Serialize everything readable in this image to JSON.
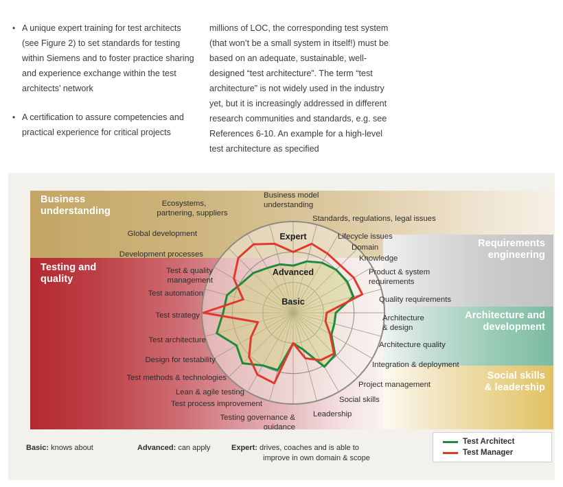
{
  "article": {
    "left_column": [
      "A unique expert training for test architects (see Figure 2) to set standards for testing within Siemens and to foster practice sharing and experience exchange within the test architects’ network",
      "A certification to assure competencies and practical experience for critical projects"
    ],
    "right_column": [
      "millions of LOC, the corresponding test system (that won’t be a small system in itself!) must be based on an adequate, sustainable, well-designed “test architecture”. The term “test architecture” is not widely used in the industry yet, but it is increasingly addressed in different research communities and standards, e.g. see References 6-10. An example for a high-level test architecture as specified"
    ],
    "bullet_glyph": "•"
  },
  "figure": {
    "band_labels": {
      "business": "Business\nunderstanding",
      "business_line1": "Business",
      "business_line2": "understanding",
      "testing_line1": "Testing and",
      "testing_line2": "quality",
      "requirements_line1": "Requirements",
      "requirements_line2": "engineering",
      "architecture_line1": "Architecture and",
      "architecture_line2": "development",
      "social_line1": "Social skills",
      "social_line2": "& leadership"
    },
    "band_colors": {
      "business": "#c3a665",
      "testing": "#b4292f",
      "requirements": "#c3c3c3",
      "architecture": "#7bbaa2",
      "social": "#e0c263"
    },
    "caption": {
      "basic_term": "Basic:",
      "basic_def": "knows about",
      "advanced_term": "Advanced:",
      "advanced_def": "can apply",
      "expert_term": "Expert:",
      "expert_def": "drives, coaches and is able to",
      "expert_def_cont": "improve in own domain & scope"
    },
    "legend": {
      "items": [
        {
          "label": "Test Architect",
          "color": "#1e8a3c"
        },
        {
          "label": "Test Manager",
          "color": "#e0392b"
        }
      ]
    }
  },
  "chart_data": {
    "type": "radar",
    "title": "",
    "ring_labels": [
      "Basic",
      "Advanced",
      "Expert"
    ],
    "ring_values": [
      1,
      2,
      3
    ],
    "rmax": 3,
    "grid": true,
    "legend_position": "bottom-right",
    "categories": [
      "Business model understanding",
      "Standards, regulations, legal issues",
      "Lifecycle issues",
      "Domain Knowledge",
      "Product & system requirements",
      "Quality requirements",
      "Architecture & design",
      "Architecture quality",
      "Integration & deployment",
      "Project management",
      "Social skills",
      "Leadership",
      "Testing governance & guidance",
      "Test process improvement",
      "Lean & agile testing",
      "Test methods & technologies",
      "Design for testability",
      "Test architecture",
      "Test strategy",
      "Test automation",
      "Test & quality management",
      "Development processes",
      "Global development",
      "Ecosystems, partnering, suppliers"
    ],
    "series": [
      {
        "name": "Test Architect",
        "color": "#1e8a3c",
        "values": [
          1.55,
          1.75,
          1.9,
          2.0,
          2.05,
          2.05,
          1.4,
          1.4,
          1.45,
          1.95,
          2.05,
          1.25,
          1.0,
          1.95,
          2.0,
          2.35,
          2.15,
          2.6,
          2.3,
          2.25,
          1.95,
          1.85,
          1.7,
          1.65
        ]
      },
      {
        "name": "Test Manager",
        "color": "#e0392b",
        "values": [
          2.0,
          2.35,
          2.25,
          2.2,
          2.3,
          2.35,
          1.1,
          1.1,
          1.4,
          1.9,
          1.8,
          1.55,
          1.0,
          2.4,
          2.35,
          2.05,
          1.6,
          1.2,
          2.95,
          1.7,
          2.25,
          2.55,
          2.6,
          2.35
        ]
      }
    ],
    "spoke_count": 24,
    "axis_label_groups": [
      {
        "group": "Business understanding",
        "labels": [
          "Ecosystems, partnering, suppliers",
          "Global development",
          "Development processes",
          "Business model understanding",
          "Standards, regulations, legal issues"
        ]
      },
      {
        "group": "Requirements engineering",
        "labels": [
          "Lifecycle issues",
          "Domain",
          "Knowledge",
          "Product & system requirements",
          "Quality requirements"
        ]
      },
      {
        "group": "Architecture and development",
        "labels": [
          "Architecture & design",
          "Architecture quality",
          "Integration & deployment"
        ]
      },
      {
        "group": "Social skills & leadership",
        "labels": [
          "Project management",
          "Social skills",
          "Leadership"
        ]
      },
      {
        "group": "Testing and quality",
        "labels": [
          "Test & quality management",
          "Test automation",
          "Test strategy",
          "Test architecture",
          "Design for testability",
          "Test methods & technologies",
          "Lean & agile testing",
          "Test process improvement",
          "Testing governance & guidance"
        ]
      }
    ]
  },
  "spoke_labels": {
    "ecosystems_1": "Ecosystems,",
    "ecosystems_2": "partnering, suppliers",
    "global_development": "Global development",
    "development_processes": "Development processes",
    "business_model_1": "Business model",
    "business_model_2": "understanding",
    "standards": "Standards, regulations, legal issues",
    "lifecycle": "Lifecycle issues",
    "domain": "Domain",
    "knowledge": "Knowledge",
    "product_req_1": "Product & system",
    "product_req_2": "requirements",
    "quality_req": "Quality requirements",
    "arch_design_1": "Architecture",
    "arch_design_2": "& design",
    "arch_quality": "Architecture quality",
    "integration": "Integration & deployment",
    "project_mgmt": "Project management",
    "social_skills": "Social skills",
    "leadership": "Leadership",
    "testing_gov_1": "Testing governance &",
    "testing_gov_2": "guidance",
    "test_process": "Test process improvement",
    "lean_agile": "Lean & agile testing",
    "test_methods": "Test methods & technologies",
    "design_testability": "Design for testability",
    "test_architecture": "Test architecture",
    "test_strategy": "Test strategy",
    "test_automation": "Test automation",
    "test_quality_1": "Test & quality",
    "test_quality_2": "management"
  }
}
